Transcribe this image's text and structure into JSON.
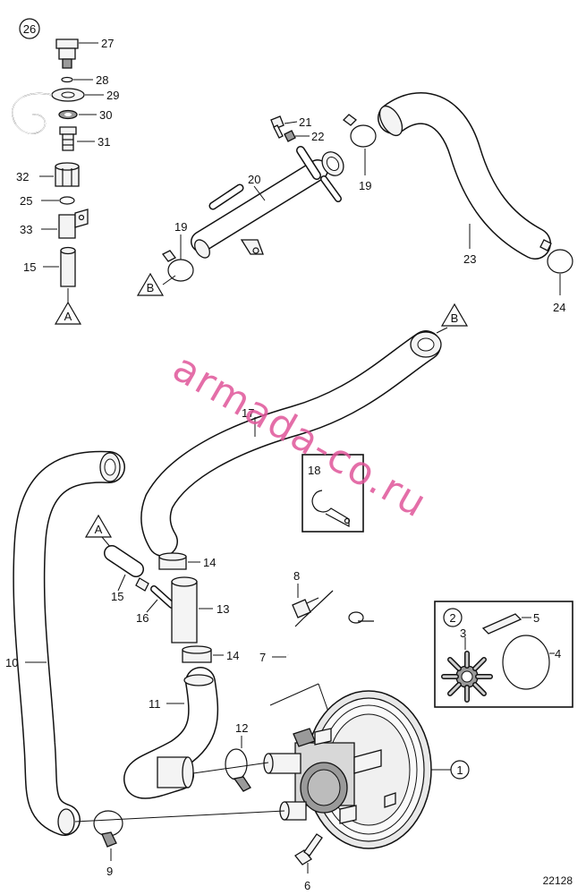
{
  "diagram": {
    "watermark": "armada-co.ru",
    "figure_number": "22128",
    "group_labels": {
      "group_26": "26",
      "group_2": "2"
    },
    "connectors": {
      "a_top": "A",
      "a_mid": "B",
      "b_upper": "B",
      "b_mid": "A"
    },
    "callouts": {
      "c27": "27",
      "c28": "28",
      "c29": "29",
      "c30": "30",
      "c31": "31",
      "c32": "32",
      "c25": "25",
      "c33": "33",
      "c15a": "15",
      "c21": "21",
      "c22": "22",
      "c20": "20",
      "c19a": "19",
      "c19b": "19",
      "c23": "23",
      "c24": "24",
      "c17": "17",
      "c18": "18",
      "c14a": "14",
      "c14b": "14",
      "c15b": "15",
      "c16": "16",
      "c13": "13",
      "c10": "10",
      "c11": "11",
      "c12": "12",
      "c8": "8",
      "c7": "7",
      "c1": "1",
      "c9": "9",
      "c6": "6",
      "c5": "5",
      "c3": "3",
      "c4": "4"
    }
  }
}
